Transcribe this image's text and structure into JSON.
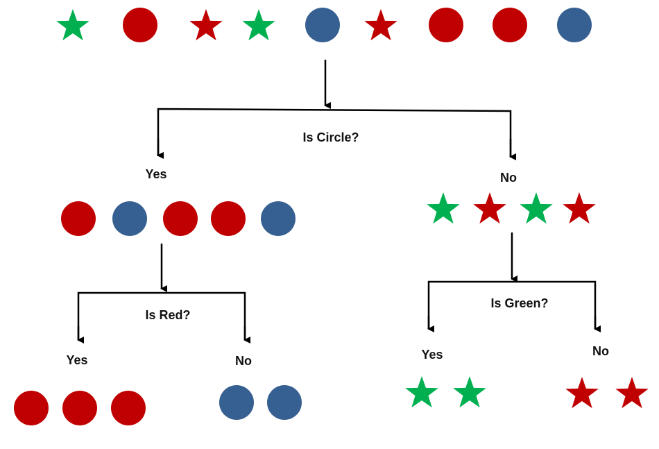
{
  "colors": {
    "red": "#c00000",
    "blue": "#376092",
    "green": "#00b050",
    "line": "#000000"
  },
  "diagram": {
    "root": {
      "items": [
        {
          "shape": "star",
          "color": "green"
        },
        {
          "shape": "circle",
          "color": "red"
        },
        {
          "shape": "star",
          "color": "red"
        },
        {
          "shape": "star",
          "color": "green"
        },
        {
          "shape": "circle",
          "color": "blue"
        },
        {
          "shape": "star",
          "color": "red"
        },
        {
          "shape": "circle",
          "color": "red"
        },
        {
          "shape": "circle",
          "color": "red"
        },
        {
          "shape": "circle",
          "color": "blue"
        }
      ],
      "question": "Is Circle?"
    },
    "circle_branch": {
      "label": "Yes",
      "items": [
        {
          "shape": "circle",
          "color": "red"
        },
        {
          "shape": "circle",
          "color": "blue"
        },
        {
          "shape": "circle",
          "color": "red"
        },
        {
          "shape": "circle",
          "color": "red"
        },
        {
          "shape": "circle",
          "color": "blue"
        }
      ],
      "question": "Is Red?",
      "yes": {
        "label": "Yes",
        "items": [
          {
            "shape": "circle",
            "color": "red"
          },
          {
            "shape": "circle",
            "color": "red"
          },
          {
            "shape": "circle",
            "color": "red"
          }
        ]
      },
      "no": {
        "label": "No",
        "items": [
          {
            "shape": "circle",
            "color": "blue"
          },
          {
            "shape": "circle",
            "color": "blue"
          }
        ]
      }
    },
    "star_branch": {
      "label": "No",
      "items": [
        {
          "shape": "star",
          "color": "green"
        },
        {
          "shape": "star",
          "color": "red"
        },
        {
          "shape": "star",
          "color": "green"
        },
        {
          "shape": "star",
          "color": "red"
        }
      ],
      "question": "Is Green?",
      "yes": {
        "label": "Yes",
        "items": [
          {
            "shape": "star",
            "color": "green"
          },
          {
            "shape": "star",
            "color": "green"
          }
        ]
      },
      "no": {
        "label": "No",
        "items": [
          {
            "shape": "star",
            "color": "red"
          },
          {
            "shape": "star",
            "color": "red"
          }
        ]
      }
    }
  }
}
